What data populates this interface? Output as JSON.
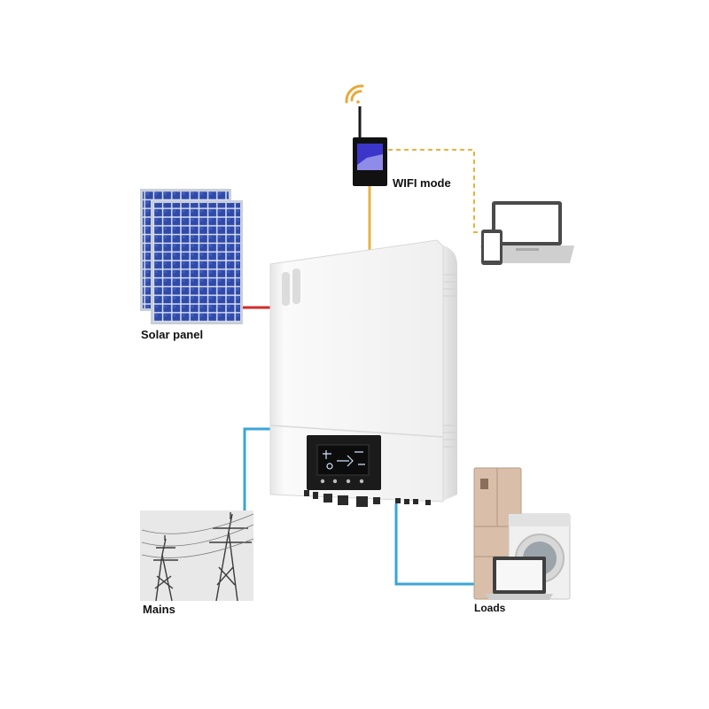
{
  "labels": {
    "wifi": "WIFI mode",
    "solar": "Solar panel",
    "mains": "Mains",
    "loads": "Loads"
  },
  "colors": {
    "dc_link": "#d42a2a",
    "wifi_link": "#e8b240",
    "ac_link": "#3aa6d4",
    "panel_cell": "#2f4aa8",
    "inverter_body": "#f3f3f3",
    "screen": "#1b1b1b"
  },
  "icons": [
    "wifi-signal-icon",
    "laptop-icon",
    "smartphone-icon",
    "refrigerator-icon",
    "washing-machine-icon",
    "pylon-icon"
  ]
}
